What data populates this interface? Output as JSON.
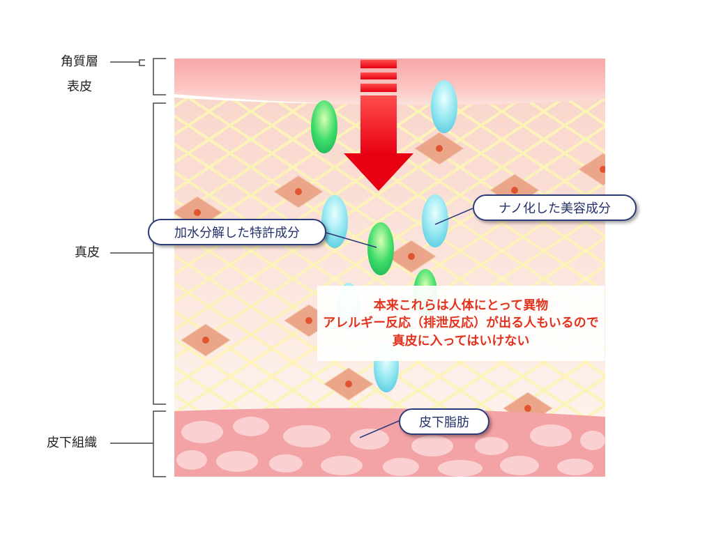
{
  "layers": {
    "stratum_corneum": "角質層",
    "epidermis": "表皮",
    "dermis": "真皮",
    "subcutaneous": "皮下組織"
  },
  "callouts": {
    "hydrolyzed": "加水分解した特許成分",
    "nano": "ナノ化した美容成分",
    "fat": "皮下脂肪"
  },
  "note": {
    "line1": "本来これらは人体にとって異物",
    "line2": "アレルギー反応（排泄反応）が出る人もいるので",
    "line3": "真皮に入ってはいけない"
  },
  "colors": {
    "arrow": "#e60012",
    "note_text": "#e2331e",
    "callout_border": "#2b3a7a",
    "green_capsule": "#3ddc6a",
    "blue_capsule": "#7fe0ee"
  }
}
